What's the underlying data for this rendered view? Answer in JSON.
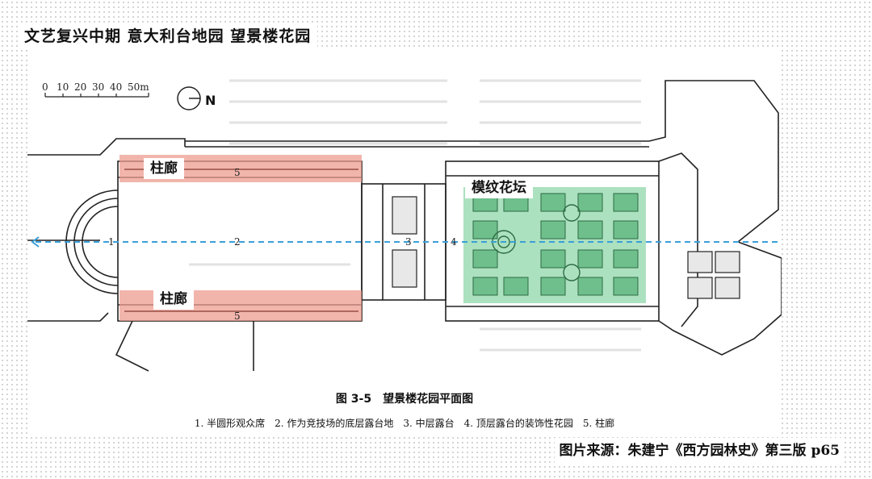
{
  "slide_title": "文艺复兴中期 意大利台地园 望景楼花园",
  "scale_bar": {
    "ticks": [
      "0",
      "10",
      "20",
      "30",
      "40",
      "50m"
    ]
  },
  "north_label": "N",
  "labels": {
    "colonnade_top": "柱廊",
    "colonnade_bottom": "柱廊",
    "parterre": "模纹花坛"
  },
  "plan_numbers": {
    "n1": "1",
    "n2": "2",
    "n3": "3",
    "n4": "4",
    "n5a": "5",
    "n5b": "5"
  },
  "figure_caption": "图 3-5　望景楼花园平面图",
  "figure_legend": "1. 半圆形观众席　2. 作为竞技场的底层露台地　3. 中层露台　4. 顶层露台的装饰性花园　5. 柱廊",
  "source": "图片来源：朱建宁《西方园林史》第三版 p65",
  "colors": {
    "highlight_red": "#ee9c90",
    "highlight_green": "#9edcb4",
    "axis_blue": "#3a9fd8"
  }
}
